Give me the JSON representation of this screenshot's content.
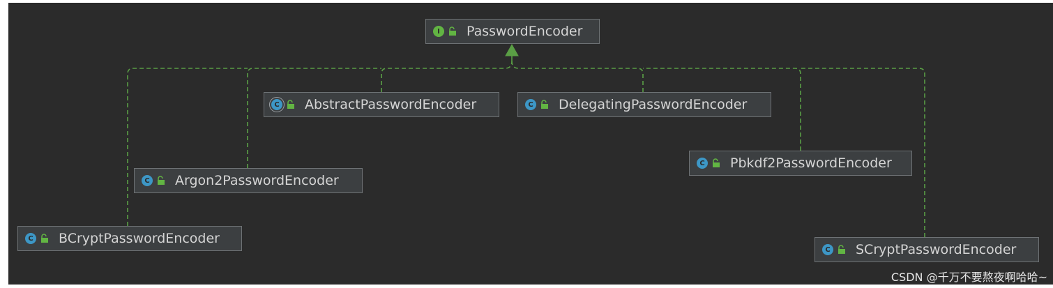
{
  "diagram": {
    "nodes": [
      {
        "id": "password-encoder",
        "label": "PasswordEncoder",
        "kind": "interface",
        "kind_letter": "I"
      },
      {
        "id": "abstract-password-encoder",
        "label": "AbstractPasswordEncoder",
        "kind": "abstract",
        "kind_letter": "C"
      },
      {
        "id": "delegating-password-encoder",
        "label": "DelegatingPasswordEncoder",
        "kind": "class",
        "kind_letter": "C"
      },
      {
        "id": "argon2-password-encoder",
        "label": "Argon2PasswordEncoder",
        "kind": "class",
        "kind_letter": "C"
      },
      {
        "id": "pbkdf2-password-encoder",
        "label": "Pbkdf2PasswordEncoder",
        "kind": "class",
        "kind_letter": "C"
      },
      {
        "id": "bcrypt-password-encoder",
        "label": "BCryptPasswordEncoder",
        "kind": "class",
        "kind_letter": "C"
      },
      {
        "id": "scrypt-password-encoder",
        "label": "SCryptPasswordEncoder",
        "kind": "class",
        "kind_letter": "C"
      }
    ],
    "edges": [
      {
        "from": "abstract-password-encoder",
        "to": "password-encoder",
        "type": "implements"
      },
      {
        "from": "delegating-password-encoder",
        "to": "password-encoder",
        "type": "implements"
      },
      {
        "from": "argon2-password-encoder",
        "to": "password-encoder",
        "type": "implements"
      },
      {
        "from": "pbkdf2-password-encoder",
        "to": "password-encoder",
        "type": "implements"
      },
      {
        "from": "bcrypt-password-encoder",
        "to": "password-encoder",
        "type": "implements"
      },
      {
        "from": "scrypt-password-encoder",
        "to": "password-encoder",
        "type": "implements"
      }
    ]
  },
  "colors": {
    "background": "#2b2b2b",
    "node_fill": "#3c3f41",
    "edge": "#5a9e45",
    "interface_icon": "#62b543",
    "class_icon": "#3d97c6"
  },
  "watermark": "CSDN @千万不要熬夜啊哈哈~"
}
